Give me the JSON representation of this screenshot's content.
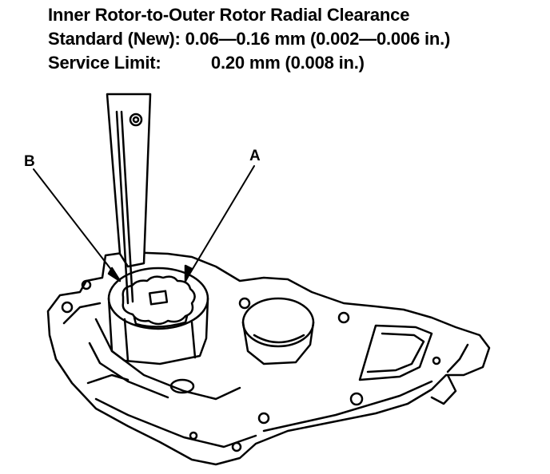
{
  "specs": {
    "title": "Inner Rotor-to-Outer Rotor Radial Clearance",
    "standard_label": "Standard (New):",
    "standard_value": "0.06—0.16 mm (0.002—0.006 in.)",
    "limit_label": "Service Limit:",
    "limit_value": "0.20 mm (0.008 in.)"
  },
  "callouts": {
    "a": "A",
    "b": "B"
  }
}
